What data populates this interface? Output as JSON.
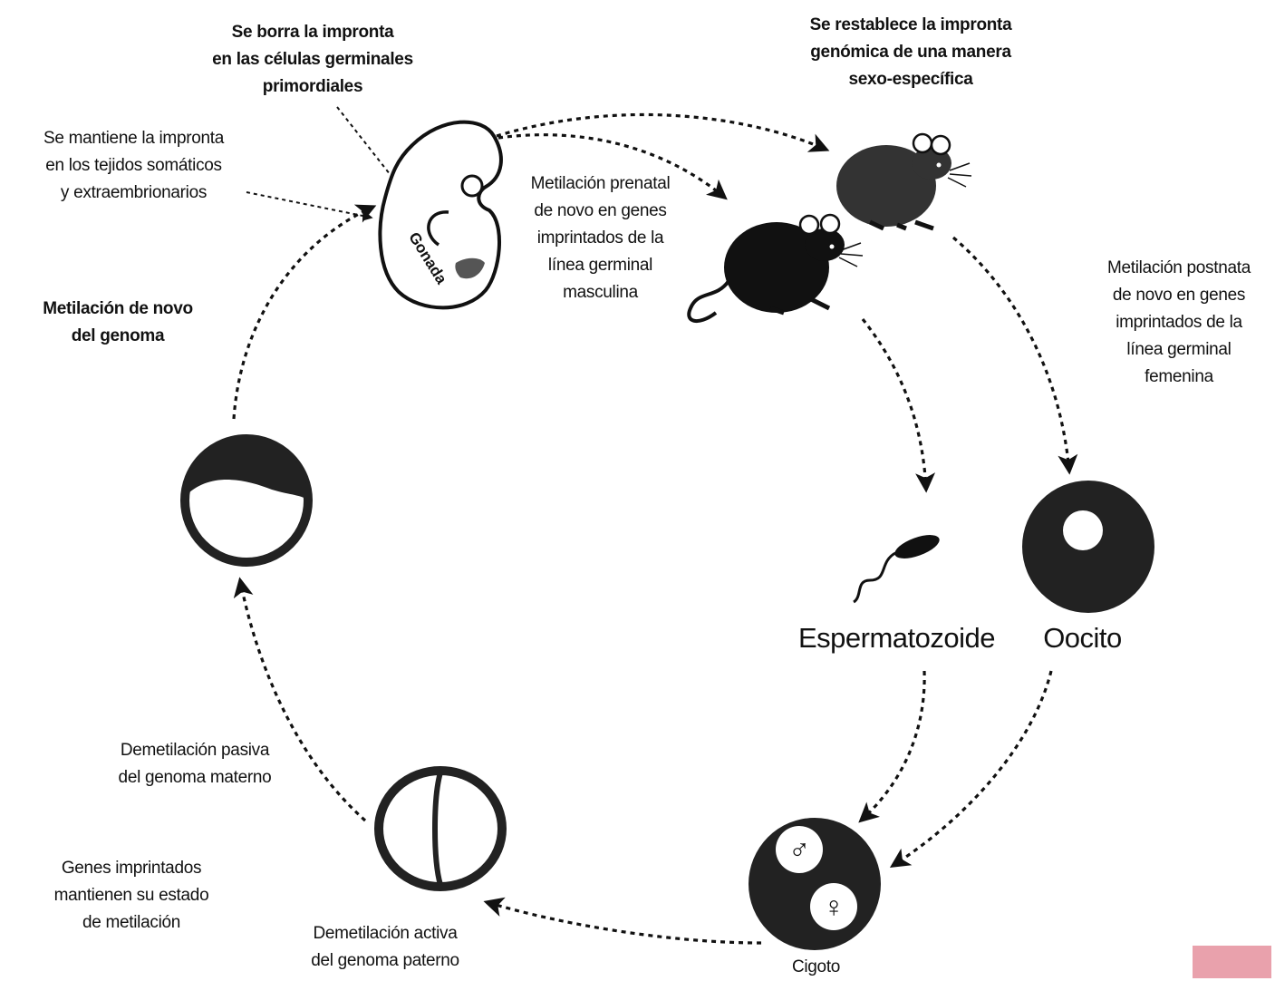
{
  "labels": {
    "erase": "Se borra la impronta\nen las células germinales\nprimordiales",
    "reestablish": "Se restablece la impronta\ngenómica de una manera\nsexo-específica",
    "maintain": "Se mantiene la impronta\nen los tejidos somáticos\ny extraembrionarios",
    "prenatal": "Metilación prenatal\nde novo en genes\nimprintados de la\nlínea germinal\nmasculina",
    "postnatal": "Metilación postnata\nde novo en genes\nimprintados de la\nlínea germinal\nfemenina",
    "denovo": "Metilación de novo\ndel genoma",
    "gonada": "Gonada",
    "sperm": "Espermatozoide",
    "oocyte": "Oocito",
    "passive": "Demetilación pasiva\ndel genoma materno",
    "imprinted": "Genes imprintados\nmantienen su estado\nde metilación",
    "active": "Demetilación activa\ndel genoma paterno",
    "zygote": "Cigoto",
    "male_symbol": "♂",
    "female_symbol": "♀"
  },
  "colors": {
    "ink": "#111111",
    "gonad": "#555555",
    "corner": "#e9a1ac"
  }
}
